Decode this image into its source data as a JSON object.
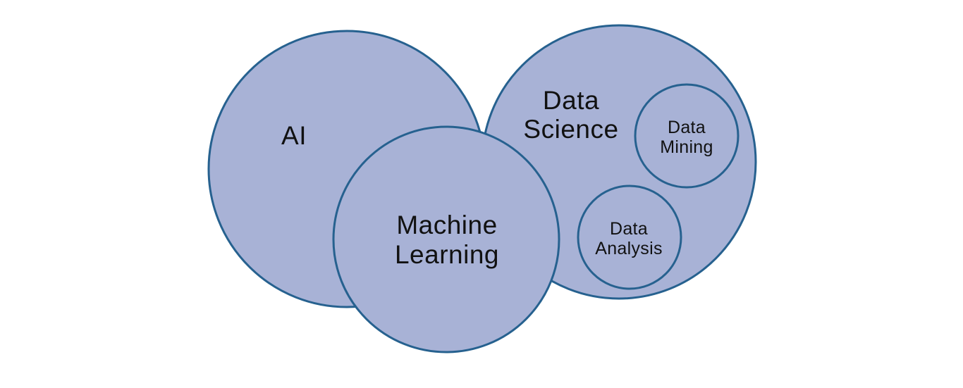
{
  "theme": {
    "background_color": "#ffffff",
    "circle_fill": "#a8b2d6",
    "circle_stroke": "#26618f",
    "label_color": "#111111"
  },
  "diagram": {
    "type": "euler-venn",
    "sets": [
      {
        "id": "ai",
        "label_lines": [
          "AI",
          ""
        ]
      },
      {
        "id": "data-science",
        "label_lines": [
          "Data",
          "Science"
        ]
      },
      {
        "id": "machine-learning",
        "label_lines": [
          "Machine",
          "Learning"
        ]
      },
      {
        "id": "data-mining",
        "label_lines": [
          "Data",
          "Mining"
        ]
      },
      {
        "id": "data-analysis",
        "label_lines": [
          "Data",
          "Analysis"
        ]
      }
    ]
  }
}
